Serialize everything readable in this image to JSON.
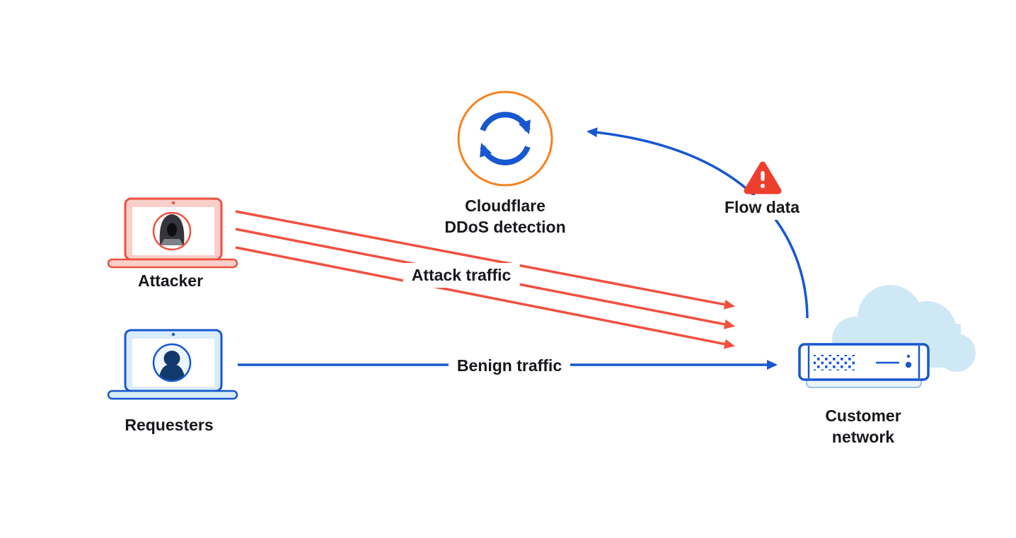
{
  "diagram": {
    "nodes": {
      "attacker": {
        "label": "Attacker",
        "icon": "attacker-laptop-icon",
        "color": "#f0503f"
      },
      "requesters": {
        "label": "Requesters",
        "icon": "requester-laptop-icon",
        "color": "#1757d0"
      },
      "cloudflare": {
        "label_line1": "Cloudflare",
        "label_line2": "DDoS detection",
        "icon": "sync-icon",
        "ring_color": "#f6821f",
        "arrow_color": "#1757d0"
      },
      "flow_data": {
        "label": "Flow data",
        "icon": "warning-triangle-icon",
        "color": "#ee3f2e"
      },
      "customer_network": {
        "label_line1": "Customer",
        "label_line2": "network",
        "icon": "server-icon",
        "color": "#1757d0",
        "cloud_color": "#cfe8f6"
      }
    },
    "edges": {
      "attack_traffic": {
        "label": "Attack traffic",
        "color": "#f0503f",
        "line_count": 3,
        "from": "attacker",
        "to": "customer_network"
      },
      "benign_traffic": {
        "label": "Benign traffic",
        "color": "#1757d0",
        "from": "requesters",
        "to": "customer_network"
      },
      "flow_data_feed": {
        "color": "#1757d0",
        "from": "customer_network",
        "to": "cloudflare"
      }
    },
    "colors": {
      "red": "#f0503f",
      "blue": "#1757d0",
      "orange": "#f6821f",
      "cloud_fill": "#cfe8f6",
      "avatar_navy": "#12396e",
      "text": "#17171c",
      "background": "#ffffff"
    }
  }
}
